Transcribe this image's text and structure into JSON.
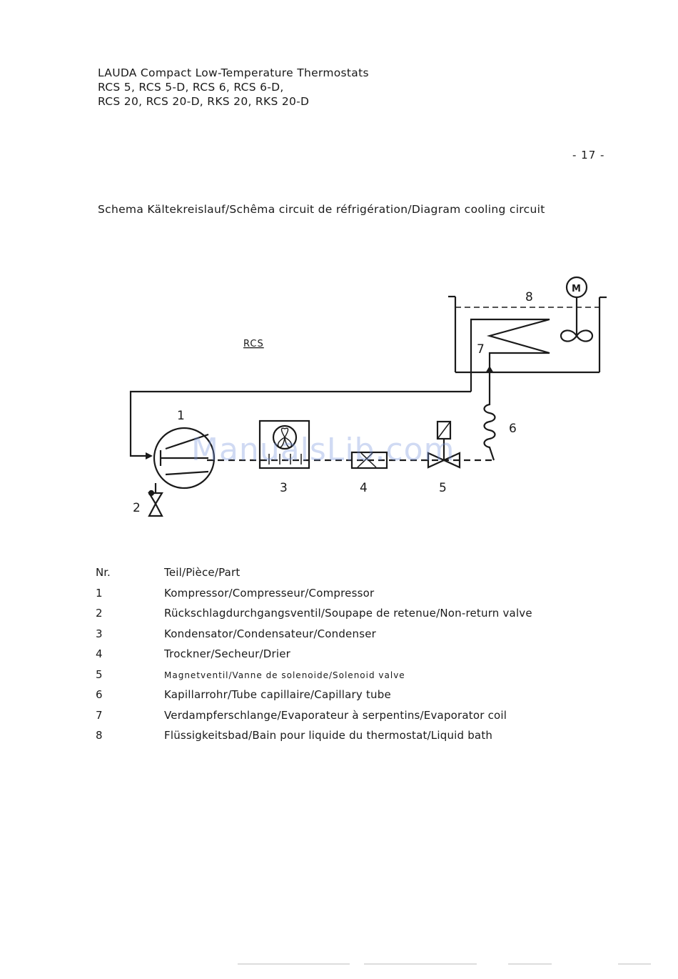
{
  "header": {
    "line1": "LAUDA Compact Low-Temperature Thermostats",
    "line2": "RCS 5, RCS 5-D, RCS 6, RCS 6-D,",
    "line3": "RCS 20, RCS 20-D, RKS 20, RKS 20-D"
  },
  "page_number": "- 17 -",
  "diagram": {
    "title": "Schema Kältekreislauf/Schêma circuit de réfrigération/Diagram cooling circuit",
    "model_label": "RCS",
    "motor_label": "M",
    "component_labels": [
      "1",
      "2",
      "3",
      "4",
      "5",
      "6",
      "7",
      "8"
    ]
  },
  "parts_table": {
    "header_nr": "Nr.",
    "header_part": "Teil/Pièce/Part",
    "rows": [
      {
        "nr": "1",
        "name": "Kompressor/Compresseur/Compressor"
      },
      {
        "nr": "2",
        "name": "Rückschlagdurchgangsventil/Soupape de retenue/Non-return valve"
      },
      {
        "nr": "3",
        "name": "Kondensator/Condensateur/Condenser"
      },
      {
        "nr": "4",
        "name": "Trockner/Secheur/Drier"
      },
      {
        "nr": "5",
        "name": "Magnetventil/Vanne de solenoide/Solenoid valve"
      },
      {
        "nr": "6",
        "name": "Kapillarrohr/Tube capillaire/Capillary tube"
      },
      {
        "nr": "7",
        "name": "Verdampferschlange/Evaporateur à serpentins/Evaporator coil"
      },
      {
        "nr": "8",
        "name": "Flüssigkeitsbad/Bain pour liquide du thermostat/Liquid bath"
      }
    ]
  },
  "watermark": "ManualsLib.com"
}
